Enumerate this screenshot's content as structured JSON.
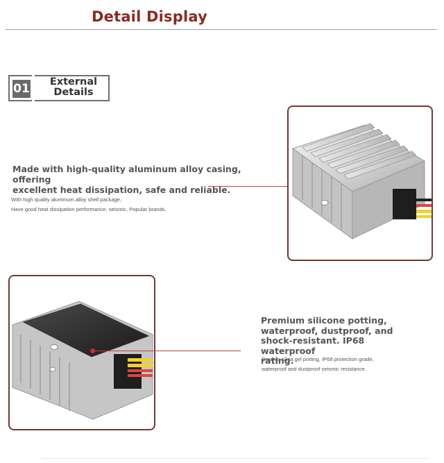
{
  "header": {
    "title": "Detail Display"
  },
  "section": {
    "number": "01",
    "title_line1": "External",
    "title_line2": "Details"
  },
  "feature1": {
    "heading_line1": "Made with high-quality aluminum alloy casing, offering",
    "heading_line2": "excellent heat dissipation, safe and reliable.",
    "sub_line1": "With high quality aluminum alloy shell package,",
    "sub_line2": "Have good heat dissipation performance, seismic, Popular brands."
  },
  "feature2": {
    "heading_line1": "Premium silicone potting,",
    "heading_line2": "waterproof, dustproof, and",
    "heading_line3": "shock-resistant. IP68 waterproof",
    "heading_line4": "rating.",
    "sub_line1": "Organic silica gel potting, IP68 protection grade,",
    "sub_line2": "waterproof and dustproof seismic resistance."
  },
  "colors": {
    "title_red": "#8b2a20",
    "frame_border": "#6d3a33",
    "pointer_red": "#d02a23",
    "label_gray": "#6a6a6a"
  }
}
